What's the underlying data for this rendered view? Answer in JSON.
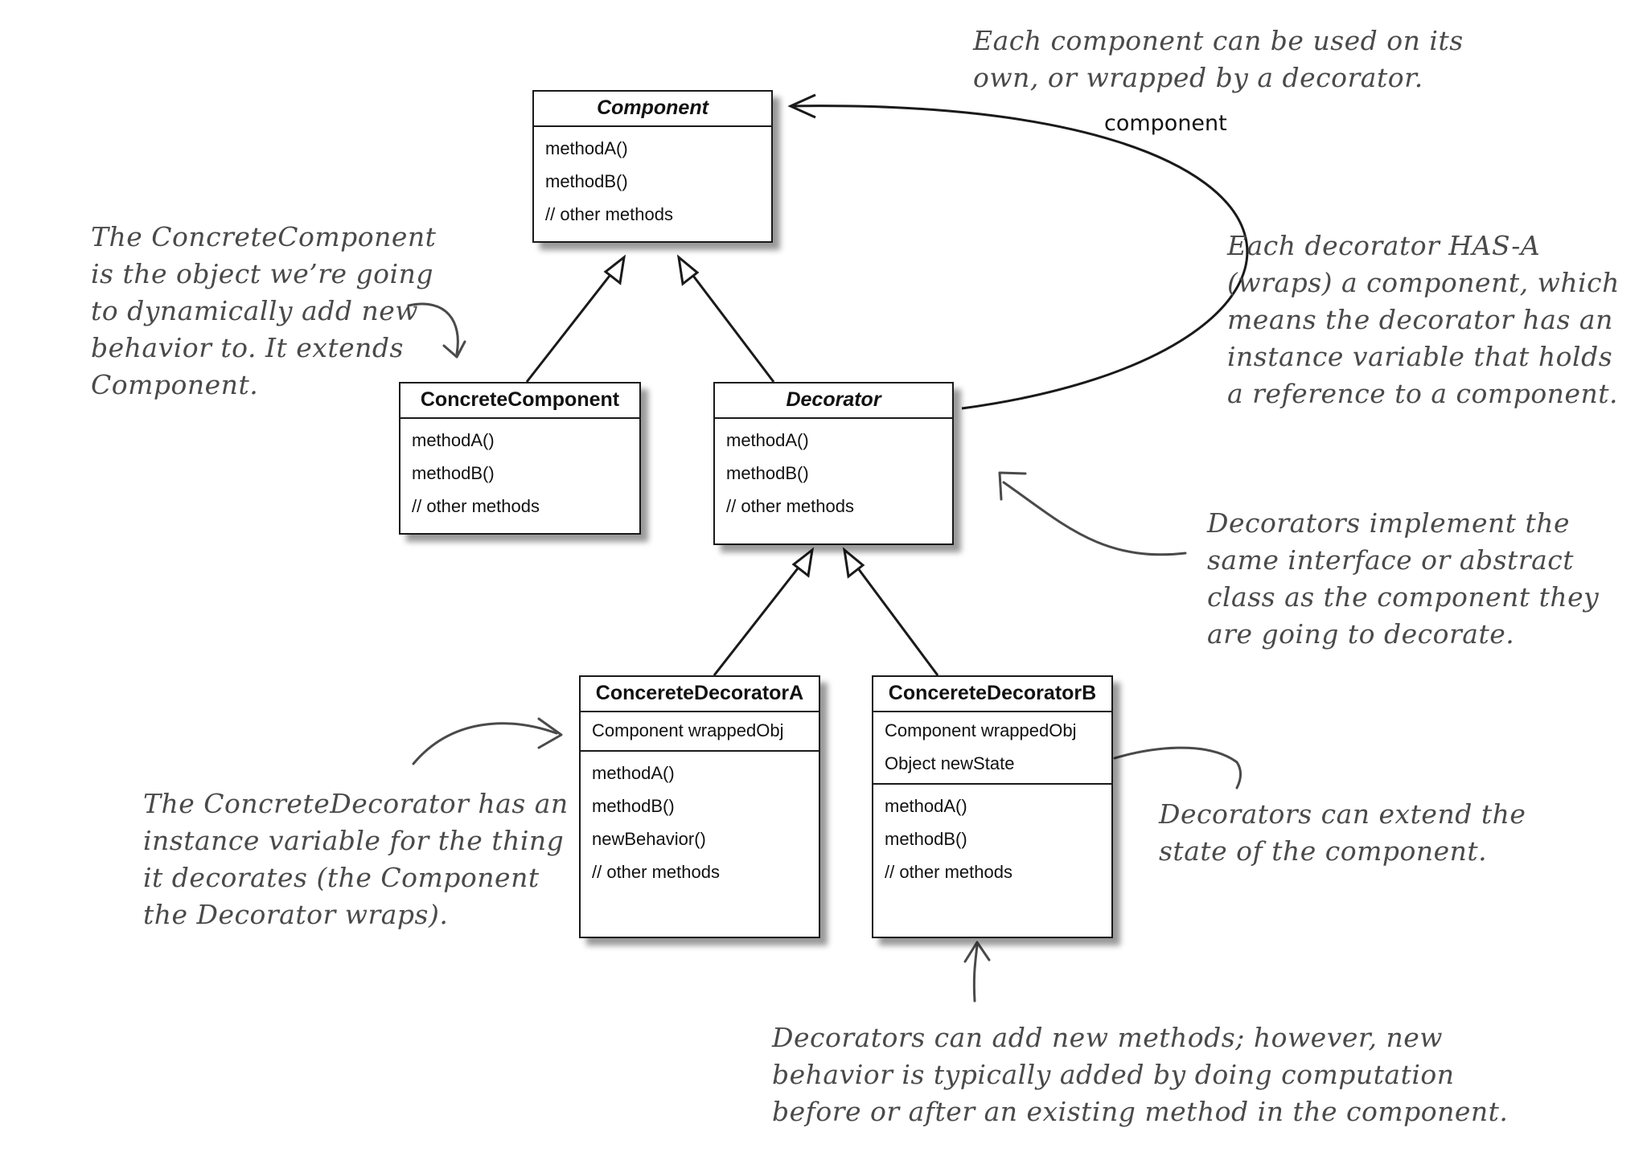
{
  "classes": {
    "component": {
      "name": "Component",
      "methods": [
        "methodA()",
        "methodB()",
        "// other methods"
      ]
    },
    "concrete_component": {
      "name": "ConcreteComponent",
      "methods": [
        "methodA()",
        "methodB()",
        "// other methods"
      ]
    },
    "decorator": {
      "name": "Decorator",
      "methods": [
        "methodA()",
        "methodB()",
        "// other methods"
      ]
    },
    "concrete_decorator_a": {
      "name": "ConcereteDecoratorA",
      "attributes": [
        "Component wrappedObj"
      ],
      "methods": [
        "methodA()",
        "methodB()",
        "newBehavior()",
        "// other methods"
      ]
    },
    "concrete_decorator_b": {
      "name": "ConcereteDecoratorB",
      "attributes": [
        "Component wrappedObj",
        "Object newState"
      ],
      "methods": [
        "methodA()",
        "methodB()",
        "// other methods"
      ]
    }
  },
  "association_label": "component",
  "notes": {
    "component_note": "Each component can be used on its\nown, or wrapped by a decorator.",
    "concrete_component_note": "The ConcreteComponent\nis the object we’re going\nto dynamically add new\nbehavior to. It extends\nComponent.",
    "has_a_note": "Each decorator HAS-A\n(wraps) a component, which\nmeans the decorator has an\ninstance variable that holds\na reference to a component.",
    "implement_note": "Decorators implement the\nsame interface or abstract\nclass as the component they\nare going to decorate.",
    "instance_var_note": "The ConcreteDecorator has an\ninstance variable for the thing\nit decorates (the Component\nthe Decorator wraps).",
    "extend_state_note": "Decorators can extend the\nstate of the component.",
    "new_methods_note": "Decorators can add new methods; however, new\nbehavior is typically added by doing computation\nbefore or after an existing method in the component."
  },
  "colors": {
    "line": "#1a1a1a",
    "annotation": "#4a4a4a",
    "shadow": "rgba(0,0,0,0.40)"
  }
}
